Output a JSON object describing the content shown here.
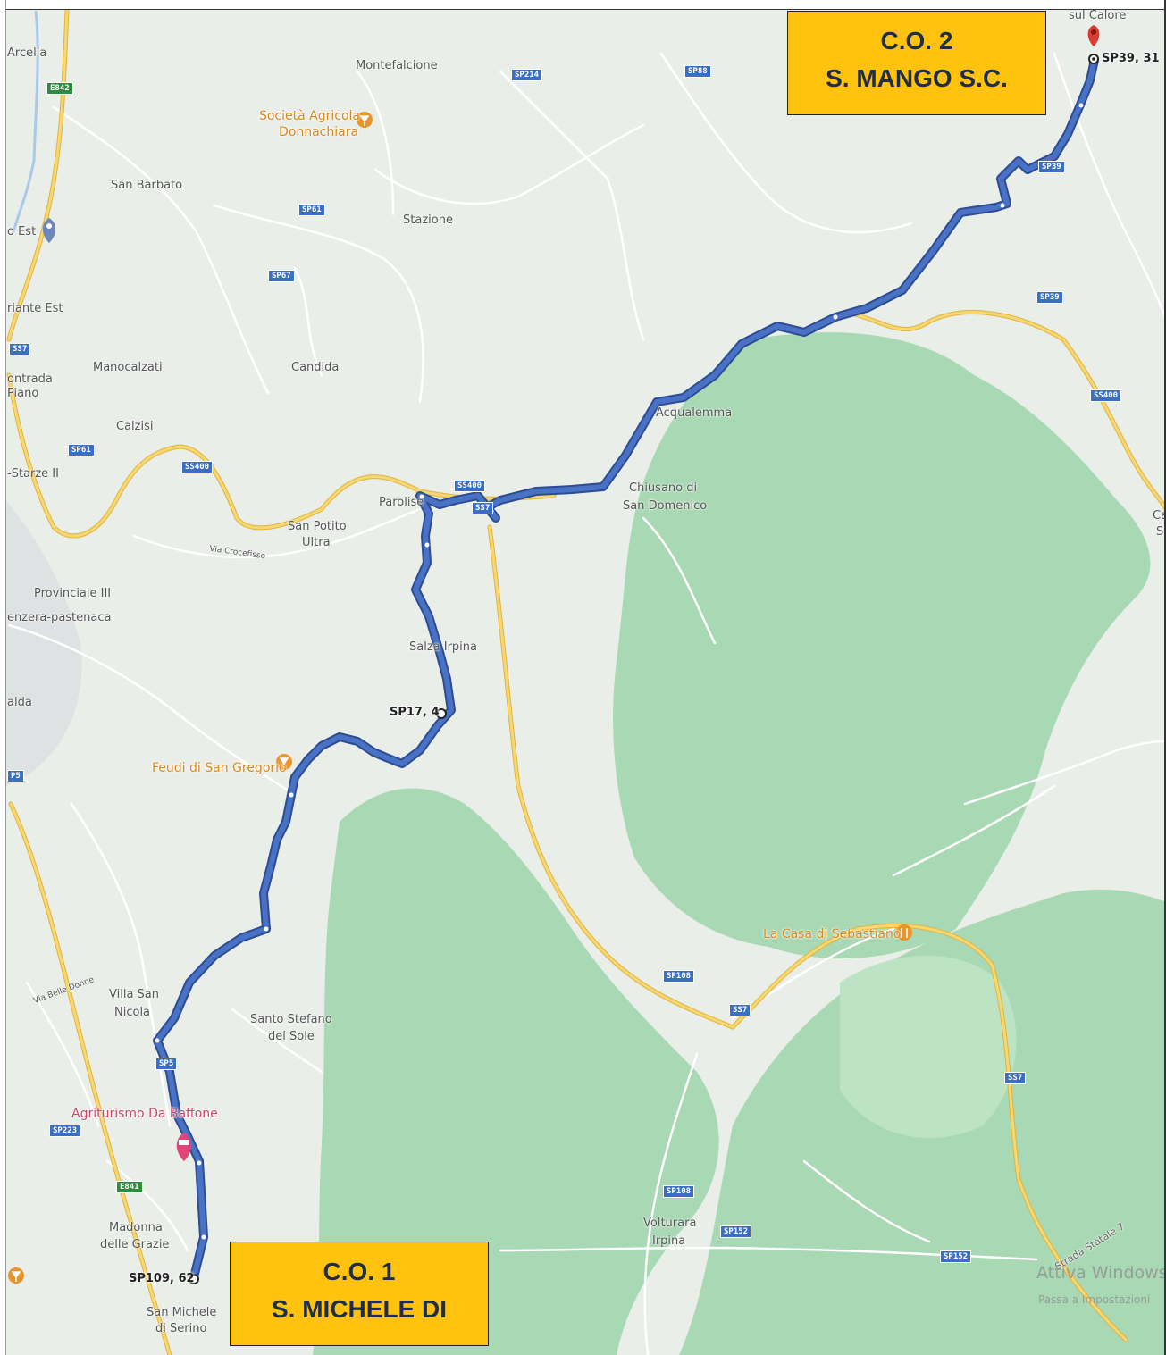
{
  "callouts": {
    "co2": {
      "line1": "C.O. 2",
      "line2": "S. MANGO S.C."
    },
    "co1": {
      "line1": "C.O. 1",
      "line2": "S. MICHELE DI"
    }
  },
  "points": {
    "end": "SP39, 31",
    "mid": "SP17, 4",
    "start": "SP109, 62"
  },
  "places": {
    "sul_calore": "sul Calore",
    "arcella": "Arcella",
    "montefalcione": "Montefalcione",
    "societa": "Società Agricola",
    "donnachiara": "Donnachiara",
    "san_barbato": "San Barbato",
    "stazione": "Stazione",
    "est": "o Est",
    "variante_est": "riante Est",
    "manocalzati": "Manocalzati",
    "candida": "Candida",
    "contrada": "ontrada",
    "piano": "Piano",
    "calzisi": "Calzisi",
    "acqualemma": "Acqualemma",
    "starze": "-Starze II",
    "parolise": "Parolise",
    "chiusano1": "Chiusano di",
    "chiusano2": "San Domenico",
    "san_potito1": "San Potito",
    "san_potito2": "Ultra",
    "via_crocefisso": "Via Crocefisso",
    "provinciale": "Provinciale III",
    "cenzera": "enzera-pastenaca",
    "salza": "Salza Irpina",
    "aalda": "alda",
    "feudi": "Feudi di San Gregorio",
    "la_casa": "La Casa di Sebastiano",
    "villa1": "Villa San",
    "villa2": "Nicola",
    "santo1": "Santo Stefano",
    "santo2": "del Sole",
    "via_bellet": "Via Belle Donne",
    "agriturismo": "Agriturismo Da Baffone",
    "madonna1": "Madonna",
    "madonna2": "delle Grazie",
    "volturara1": "Volturara",
    "volturara2": "Irpina",
    "san_michele1": "San Michele",
    "san_michele2": "di Serino",
    "strada_statale": "Strada Statale 7",
    "ca": "Ca",
    "s_edge": "S"
  },
  "roads": {
    "sp214": "SP214",
    "sp88": "SP88",
    "e842": "E842",
    "sp61a": "SP61",
    "sp67": "SP67",
    "sp39a": "SP39",
    "sp39b": "SP39",
    "ss7a": "SS7",
    "sp61b": "SP61",
    "ss400a": "SS400",
    "ss400b": "SS400",
    "ss400c": "SS400",
    "ss7b": "SS7",
    "sp5a": "P5",
    "sp108a": "SP108",
    "ss7c": "SS7",
    "ss7d": "SS7",
    "sp5b": "SP5",
    "sp223": "SP223",
    "e841": "E841",
    "sp108b": "SP108",
    "sp152a": "SP152",
    "sp152b": "SP152"
  },
  "watermark": {
    "line1": "Attiva Windows",
    "line2": "Passa a Impostazioni"
  },
  "colors": {
    "route": "#4a72c4",
    "forest": "#a9d8b4",
    "base": "#e9eee9",
    "highway": "#f2c94c",
    "callout": "#ffc30f"
  }
}
